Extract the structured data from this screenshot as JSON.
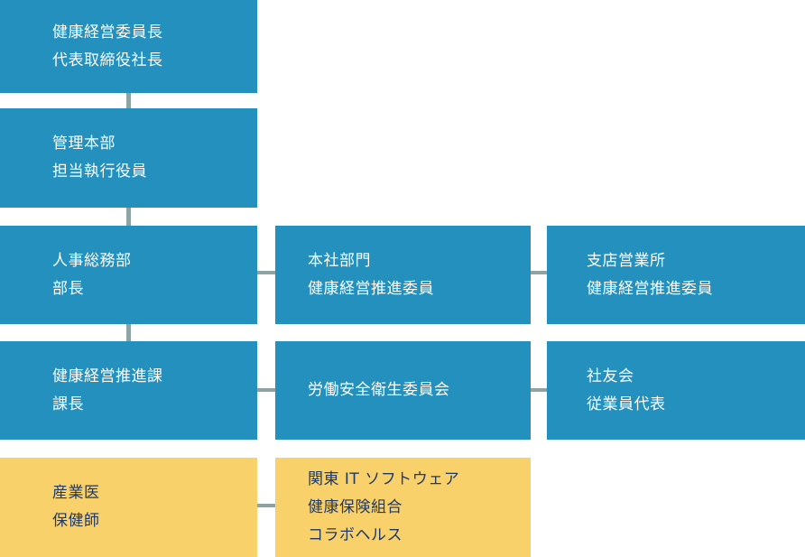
{
  "diagram": {
    "kind": "organization-chart",
    "colors": {
      "box_blue": "#2390BD",
      "box_yellow": "#F9D16B",
      "connector_gray": "#8DA4A3",
      "text_on_blue": "#FFFFFF",
      "text_on_yellow": "#1F3864",
      "background": "#FFFFFF"
    },
    "nodes": [
      {
        "id": "chairman",
        "type": "blue",
        "lines": [
          "健康経営委員長",
          "代表取締役社長"
        ]
      },
      {
        "id": "admin-hq",
        "type": "blue",
        "lines": [
          "管理本部",
          "担当執行役員"
        ]
      },
      {
        "id": "hr-general-affairs",
        "type": "blue",
        "lines": [
          "人事総務部",
          "部長"
        ]
      },
      {
        "id": "hq-promotion-committee",
        "type": "blue",
        "lines": [
          "本社部門",
          "健康経営推進委員"
        ]
      },
      {
        "id": "branch-promotion-committee",
        "type": "blue",
        "lines": [
          "支店営業所",
          "健康経営推進委員"
        ]
      },
      {
        "id": "promotion-section",
        "type": "blue",
        "lines": [
          "健康経営推進課",
          "課長"
        ]
      },
      {
        "id": "safety-health-committee",
        "type": "blue",
        "lines": [
          "労働安全衛生委員会"
        ]
      },
      {
        "id": "employee-association",
        "type": "blue",
        "lines": [
          "社友会",
          "従業員代表"
        ]
      },
      {
        "id": "occupational-physician",
        "type": "yellow",
        "lines": [
          "産業医",
          "保健師"
        ]
      },
      {
        "id": "health-insurance-union",
        "type": "yellow",
        "lines": [
          "関東 IT ソフトウェア",
          "健康保険組合",
          "コラボヘルス"
        ]
      }
    ],
    "edges": [
      {
        "from": "chairman",
        "to": "admin-hq",
        "orientation": "vertical"
      },
      {
        "from": "admin-hq",
        "to": "hr-general-affairs",
        "orientation": "vertical"
      },
      {
        "from": "hr-general-affairs",
        "to": "promotion-section",
        "orientation": "vertical"
      },
      {
        "from": "hr-general-affairs",
        "to": "hq-promotion-committee",
        "orientation": "horizontal"
      },
      {
        "from": "hq-promotion-committee",
        "to": "branch-promotion-committee",
        "orientation": "horizontal"
      },
      {
        "from": "promotion-section",
        "to": "safety-health-committee",
        "orientation": "horizontal"
      },
      {
        "from": "safety-health-committee",
        "to": "employee-association",
        "orientation": "horizontal"
      },
      {
        "from": "occupational-physician",
        "to": "health-insurance-union",
        "orientation": "horizontal"
      }
    ]
  }
}
